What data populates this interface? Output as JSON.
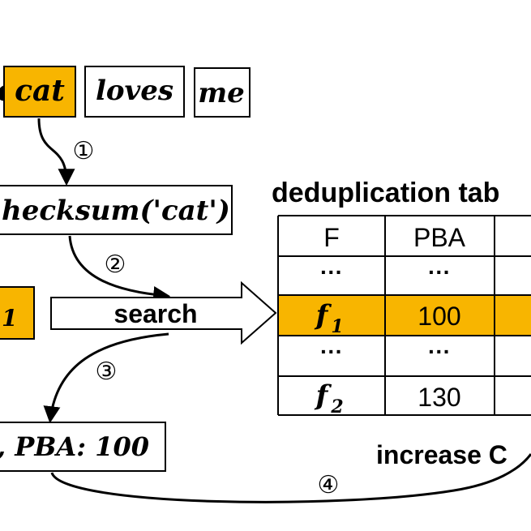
{
  "diagram": {
    "colors": {
      "highlight": "#f8b500",
      "stroke": "#000000",
      "background": "#ffffff"
    },
    "words": [
      {
        "id": "partial",
        "label": "c"
      },
      {
        "id": "cat",
        "label": "cat",
        "highlight": true
      },
      {
        "id": "loves",
        "label": "loves"
      },
      {
        "id": "me",
        "label": "me"
      }
    ],
    "checksum": {
      "label": "hecksum('cat')"
    },
    "fingerprint": {
      "label": "1"
    },
    "search": {
      "label": "search"
    },
    "result": {
      "label": ", PBA: 100"
    },
    "steps": [
      "①",
      "②",
      "③",
      "④"
    ],
    "increase": {
      "label": "increase C"
    },
    "table": {
      "title": "deduplication tab",
      "headers": [
        "F",
        "PBA",
        ""
      ],
      "rows": [
        {
          "f": "···",
          "pba": "···",
          "c": "",
          "highlight": false
        },
        {
          "f": "f",
          "sub": "1",
          "pba": "100",
          "c": "",
          "highlight": true
        },
        {
          "f": "···",
          "pba": "···",
          "c": "",
          "highlight": false
        },
        {
          "f": "f",
          "sub": "2",
          "pba": "130",
          "c": "",
          "highlight": false
        }
      ]
    }
  }
}
